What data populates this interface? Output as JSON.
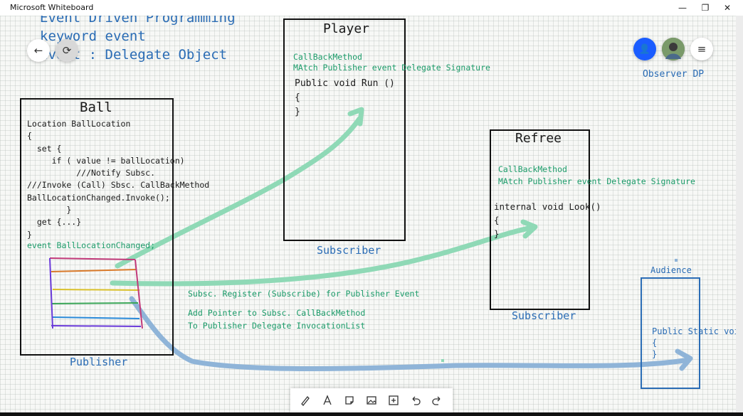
{
  "window": {
    "title": "Microsoft Whiteboard",
    "min": "—",
    "restore": "❐",
    "close": "✕"
  },
  "nav": {
    "back_icon": "←",
    "collab_icon": "⟳",
    "profile_icon": "👤",
    "menu_icon": "≡"
  },
  "header_notes": {
    "line1": "Event Driven Programming",
    "line2": "keyword event",
    "line3": "event : Delegate Object"
  },
  "observer_label": "Observer DP",
  "ball": {
    "title": "Ball",
    "code": [
      "Location BallLocation",
      "{",
      "  set {",
      "     if ( value != ballLocation)",
      "          ///Notify Subsc.",
      "///Invoke (Call) Sbsc. CallBackMethod",
      "BallLocationChanged.Invoke();",
      "        }",
      "  get {...}",
      "}"
    ],
    "event_line": "event BallLocationChanged;",
    "caption": "Publisher"
  },
  "player": {
    "title": "Player",
    "note1": "CallBackMethod",
    "note2": "MAtch Publisher event Delegate Signature",
    "code": [
      "Public void Run ()",
      "{",
      "}"
    ],
    "caption": "Subscriber"
  },
  "refree": {
    "title": "Refree",
    "note1": "CallBackMethod",
    "note2": "MAtch Publisher event Delegate Signature",
    "code": [
      "internal void Look()",
      "{",
      "}"
    ],
    "caption": "Subscriber"
  },
  "audience": {
    "title": "Audience",
    "code": [
      "Public Static void (",
      "{",
      "}"
    ]
  },
  "annotations": {
    "register": "Subsc. Register (Subscribe) for Publisher Event",
    "pointer1": "Add Pointer to Subsc. CallBackMethod",
    "pointer2": "To Publisher Delegate InvocationList"
  },
  "toolbar": [
    "pen-tool",
    "text-tool",
    "note-tool",
    "image-tool",
    "add-tool",
    "undo",
    "redo"
  ],
  "colors": {
    "blue_ink": "#2a6cb5",
    "green_ink": "#1c9c6a",
    "arrow_green": "#8fd9b6",
    "arrow_blue": "#8fb4d8",
    "accent": "#1a5cff"
  }
}
